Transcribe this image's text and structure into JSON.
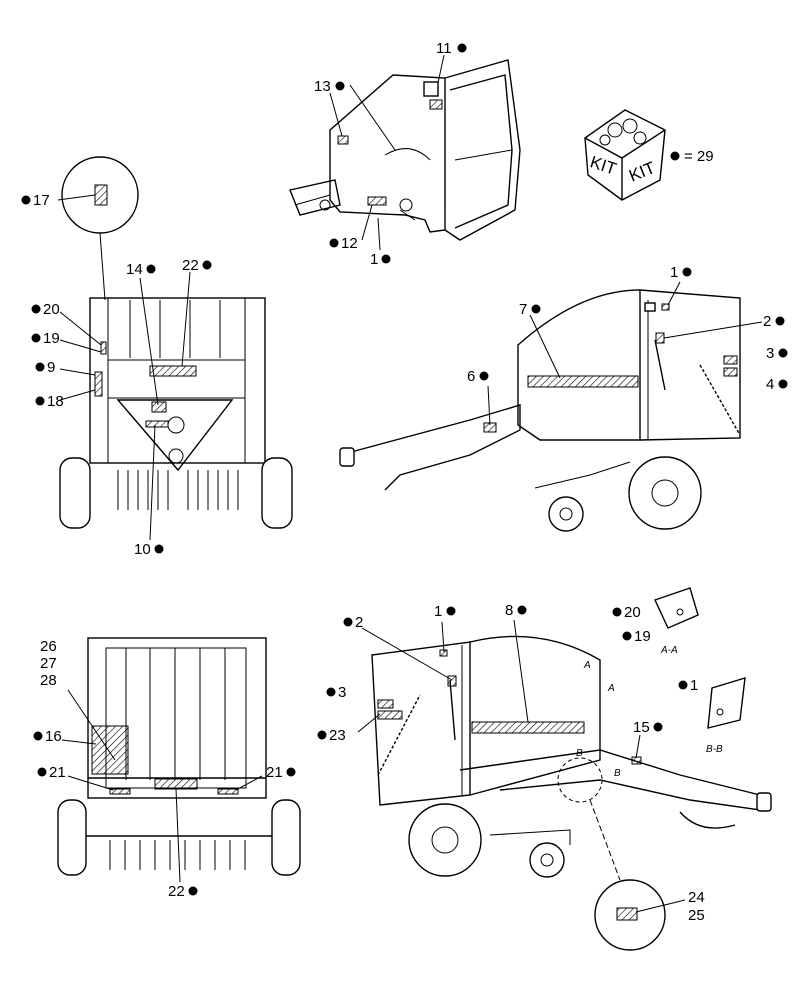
{
  "labels": {
    "l1a": "1",
    "l1b": "1",
    "l1c": "1",
    "l1d": "1",
    "l2a": "2",
    "l2b": "2",
    "l3a": "3",
    "l3b": "3",
    "l4": "4",
    "l6": "6",
    "l7": "7",
    "l8": "8",
    "l9": "9",
    "l10": "10",
    "l11": "11",
    "l12": "12",
    "l13": "13",
    "l14": "14",
    "l15": "15",
    "l16": "16",
    "l17": "17",
    "l18": "18",
    "l19a": "19",
    "l19b": "19",
    "l20a": "20",
    "l20b": "20",
    "l21a": "21",
    "l21b": "21",
    "l22a": "22",
    "l22b": "22",
    "l23": "23",
    "l24": "24",
    "l25": "25",
    "l26": "26",
    "l27": "27",
    "l28": "28",
    "kit_eq": "= 29",
    "kit_a": "KIT",
    "kit_b": "KIT",
    "view_aa": "A-A",
    "view_bb": "B-B",
    "sect_a1": "A",
    "sect_a2": "A",
    "sect_b1": "B",
    "sect_b2": "B"
  },
  "colors": {
    "line": "#000000",
    "background": "#ffffff"
  },
  "icons": {
    "marker": "filled-circle-bullet"
  }
}
